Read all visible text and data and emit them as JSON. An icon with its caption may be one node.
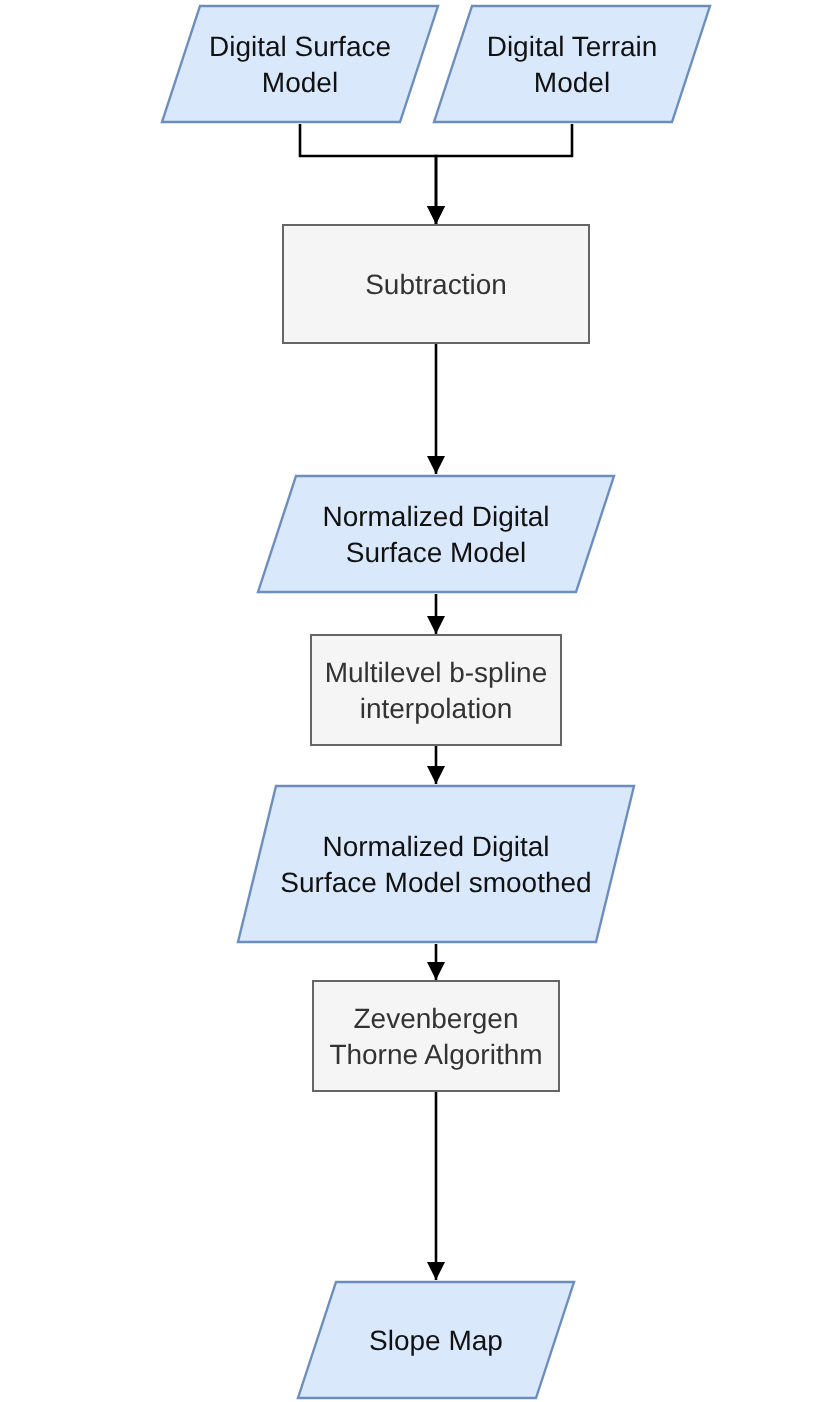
{
  "diagram": {
    "nodes": [
      {
        "text": [
          "Digital Surface Model"
        ]
      },
      {
        "text": [
          "Digital Terrain Model"
        ]
      },
      {
        "text": [
          "Subtraction"
        ]
      },
      {
        "text": [
          "Normalized Digital Surface Model"
        ]
      },
      {
        "text": [
          "Multilevel b-spline interpolation"
        ]
      },
      {
        "text": [
          "Normalized Digital Surface Model smoothed"
        ]
      },
      {
        "text": [
          "Zevenbergen Thorne Algorithm"
        ]
      },
      {
        "text": [
          "Slope Map"
        ]
      }
    ],
    "edges": [
      {
        "from": 0,
        "to": 2,
        "arrow": "to"
      },
      {
        "from": 1,
        "to": 2,
        "arrow": "to"
      },
      {
        "from": 2,
        "to": 3,
        "arrow": "to"
      },
      {
        "from": 3,
        "to": 4,
        "arrow": "to"
      },
      {
        "from": 4,
        "to": 5,
        "arrow": "to"
      },
      {
        "from": 5,
        "to": 6,
        "arrow": "to"
      },
      {
        "from": 6,
        "to": 7,
        "arrow": "to"
      }
    ]
  }
}
